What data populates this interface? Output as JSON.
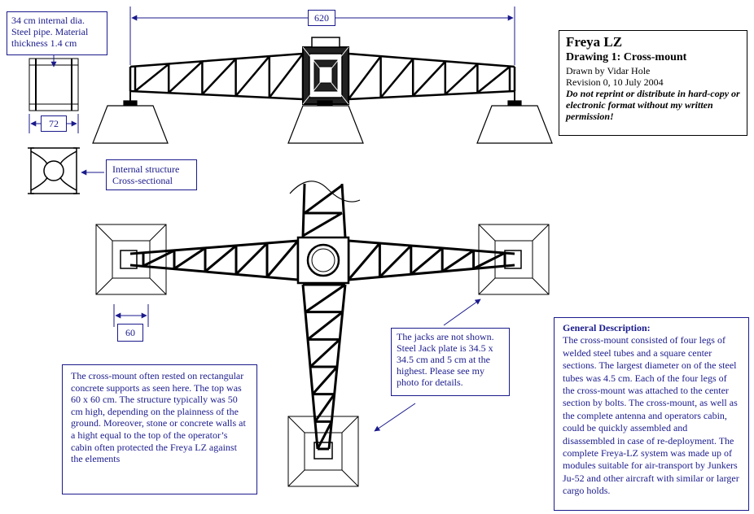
{
  "title_block": {
    "title": "Freya LZ",
    "drawing": "Drawing 1: Cross-mount",
    "author": "Drawn by Vidar Hole",
    "revision": "Revision 0, 10 July 2004",
    "notice": "Do not reprint or distribute in hard-copy or electronic format without my written permission!"
  },
  "dimensions": {
    "span": "620",
    "pipe_width": "72",
    "plate_width": "60"
  },
  "notes": {
    "pipe_spec": "34 cm internal dia. Steel pipe. Material thickness 1.4 cm",
    "internal_structure_line1": "Internal structure",
    "internal_structure_line2": "Cross-sectional",
    "jacks": "The jacks are not shown. Steel Jack plate is 34.5 x 34.5 cm and 5 cm at the highest.  Please see my photo for details.",
    "supports": "The cross-mount often rested on rectangular concrete supports as seen here. The top was 60 x 60 cm. The structure typically was 50 cm high, depending on the plainness of the ground. Moreover, stone or concrete walls at a hight equal to the top of the operator’s cabin often protected the Freya LZ against the elements",
    "general_heading": "General Description:",
    "general_body": "The cross-mount consisted of four legs of welded steel tubes and a square center sections. The largest diameter on of the steel tubes was 4.5 cm. Each of the four legs of the cross-mount was attached to the center section by bolts. The cross-mount, as well as the complete antenna and operators cabin, could be quickly assembled and disassembled in case of re-deployment. The complete Freya-LZ system was made up of modules suitable for air-transport by Junkers Ju-52 and other aircraft with similar or larger cargo holds."
  },
  "colors": {
    "annotation": "#1a1a8c",
    "line": "#000000"
  }
}
